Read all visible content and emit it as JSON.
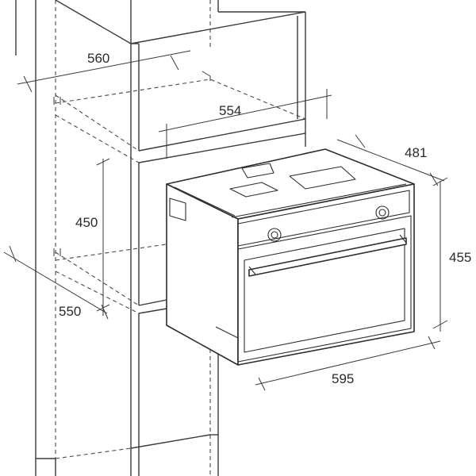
{
  "dimensions": {
    "cabinet_width_outer": "560",
    "cabinet_width_inner": "554",
    "cabinet_niche_height": "450",
    "cabinet_depth": "550",
    "oven_depth": "481",
    "oven_height": "455",
    "oven_width": "595"
  }
}
